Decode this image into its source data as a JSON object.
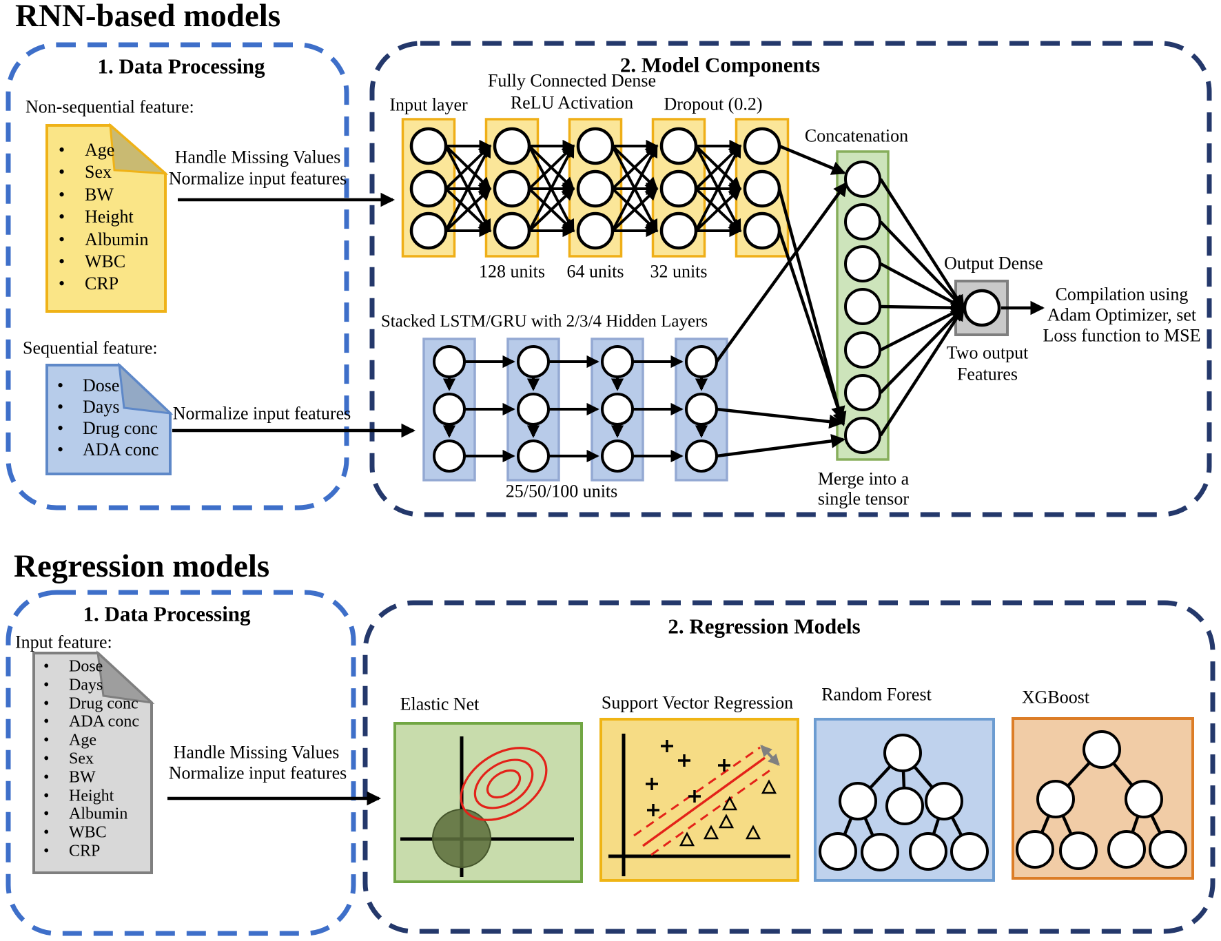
{
  "rnn_section": {
    "title": "RNN-based models",
    "data_processing": {
      "title": "1. Data Processing",
      "nonseq_label": "Non-sequential feature:",
      "nonseq_items": [
        "Age",
        "Sex",
        "BW",
        "Height",
        "Albumin",
        "WBC",
        "CRP"
      ],
      "arrow1_line1": "Handle Missing Values",
      "arrow1_line2": "Normalize input features",
      "seq_label": "Sequential feature:",
      "seq_items": [
        "Dose",
        "Days",
        "Drug conc",
        "ADA conc"
      ],
      "arrow2_label": "Normalize input features"
    },
    "model_components": {
      "title": "2. Model Components",
      "input_layer_label": "Input layer",
      "dense_label_line1": "Fully Connected Dense",
      "dense_label_line2": "ReLU Activation",
      "dropout_label": "Dropout (0.2)",
      "units_labels": [
        "128 units",
        "64 units",
        "32 units"
      ],
      "lstm_label": "Stacked LSTM/GRU with 2/3/4 Hidden Layers",
      "lstm_units_label": "25/50/100 units",
      "concat_label": "Concatenation",
      "merge_line1": "Merge into a",
      "merge_line2": "single tensor",
      "output_dense_label": "Output Dense",
      "two_output_line1": "Two output",
      "two_output_line2": "Features",
      "compile_line1": "Compilation using",
      "compile_line2": "Adam Optimizer, set",
      "compile_line3": "Loss function to MSE"
    }
  },
  "regression_section": {
    "title": "Regression models",
    "data_processing": {
      "title": "1. Data Processing",
      "input_label": "Input feature:",
      "items": [
        "Dose",
        "Days",
        "Drug conc",
        "ADA conc",
        "Age",
        "Sex",
        "BW",
        "Height",
        "Albumin",
        "WBC",
        "CRP"
      ],
      "arrow_line1": "Handle Missing Values",
      "arrow_line2": "Normalize input features"
    },
    "models": {
      "title": "2. Regression Models",
      "elastic_net_label": "Elastic Net",
      "svr_label": "Support Vector Regression",
      "random_forest_label": "Random Forest",
      "xgboost_label": "XGBoost"
    }
  },
  "colors": {
    "dash_blue": "#3E6FC9",
    "dash_navy": "#24386B",
    "yellow_fill": "#FBE699",
    "yellow_stroke": "#EFAF18",
    "blue_fill": "#B8CBE9",
    "blue_stroke": "#94A9D3",
    "green_fill": "#CDE4BB",
    "green_stroke": "#87AE5C",
    "gray_fill": "#C9C9C9",
    "gray_stroke": "#7F7F7F",
    "doc_yellow_fill": "#FAE587",
    "doc_yellow_fold": "#C9BA72",
    "doc_yellow_stroke": "#EFB217",
    "doc_blue_fill": "#B7CCEA",
    "doc_blue_fold": "#93A9C5",
    "doc_blue_stroke": "#5E88C8",
    "doc_gray_fill": "#D8D8D8",
    "doc_gray_fold": "#9E9E9E",
    "doc_gray_stroke": "#7F7F7F",
    "panel_green_fill": "#C8DCAC",
    "panel_green_stroke": "#71A643",
    "panel_yellow_fill": "#F6DC85",
    "panel_yellow_stroke": "#EFB414",
    "panel_blue_fill": "#BFD2ED",
    "panel_blue_stroke": "#6C9CD1",
    "panel_orange_fill": "#F1CCA6",
    "panel_orange_stroke": "#DC7D27",
    "red": "#E32219",
    "dark_olive": "#5D6F3D",
    "arrow_gray": "#808080"
  }
}
